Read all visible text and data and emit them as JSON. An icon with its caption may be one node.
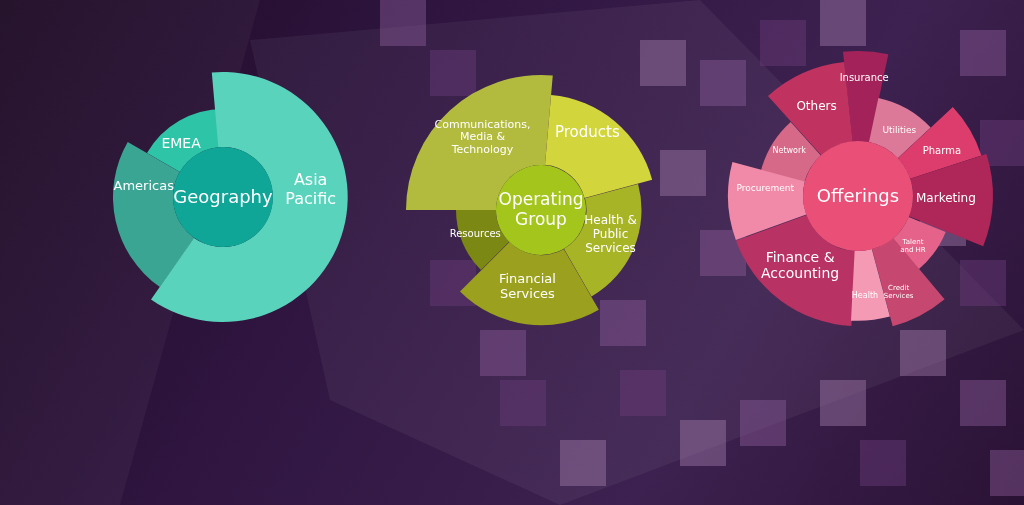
{
  "diagram": {
    "nodes": [
      {
        "text": [
          "Geography"
        ]
      },
      {
        "text": [
          "EMEA"
        ]
      },
      {
        "text": [
          "Americas"
        ]
      },
      {
        "text": [
          "Asia Pacific"
        ]
      },
      {
        "text": [
          "Operating Group"
        ]
      },
      {
        "text": [
          "Communications, Media & Technology"
        ]
      },
      {
        "text": [
          "Products"
        ]
      },
      {
        "text": [
          "Resources"
        ]
      },
      {
        "text": [
          "Health & Public Services"
        ]
      },
      {
        "text": [
          "Financial Services"
        ]
      },
      {
        "text": [
          "Offerings"
        ]
      },
      {
        "text": [
          "Insurance"
        ]
      },
      {
        "text": [
          "Others"
        ]
      },
      {
        "text": [
          "Utilities"
        ]
      },
      {
        "text": [
          "Network"
        ]
      },
      {
        "text": [
          "Pharma"
        ]
      },
      {
        "text": [
          "Procurement"
        ]
      },
      {
        "text": [
          "Marketing"
        ]
      },
      {
        "text": [
          "Talent and HR"
        ]
      },
      {
        "text": [
          "Finance & Accounting"
        ]
      },
      {
        "text": [
          "Credit Services"
        ]
      },
      {
        "text": [
          "Health"
        ]
      }
    ]
  }
}
